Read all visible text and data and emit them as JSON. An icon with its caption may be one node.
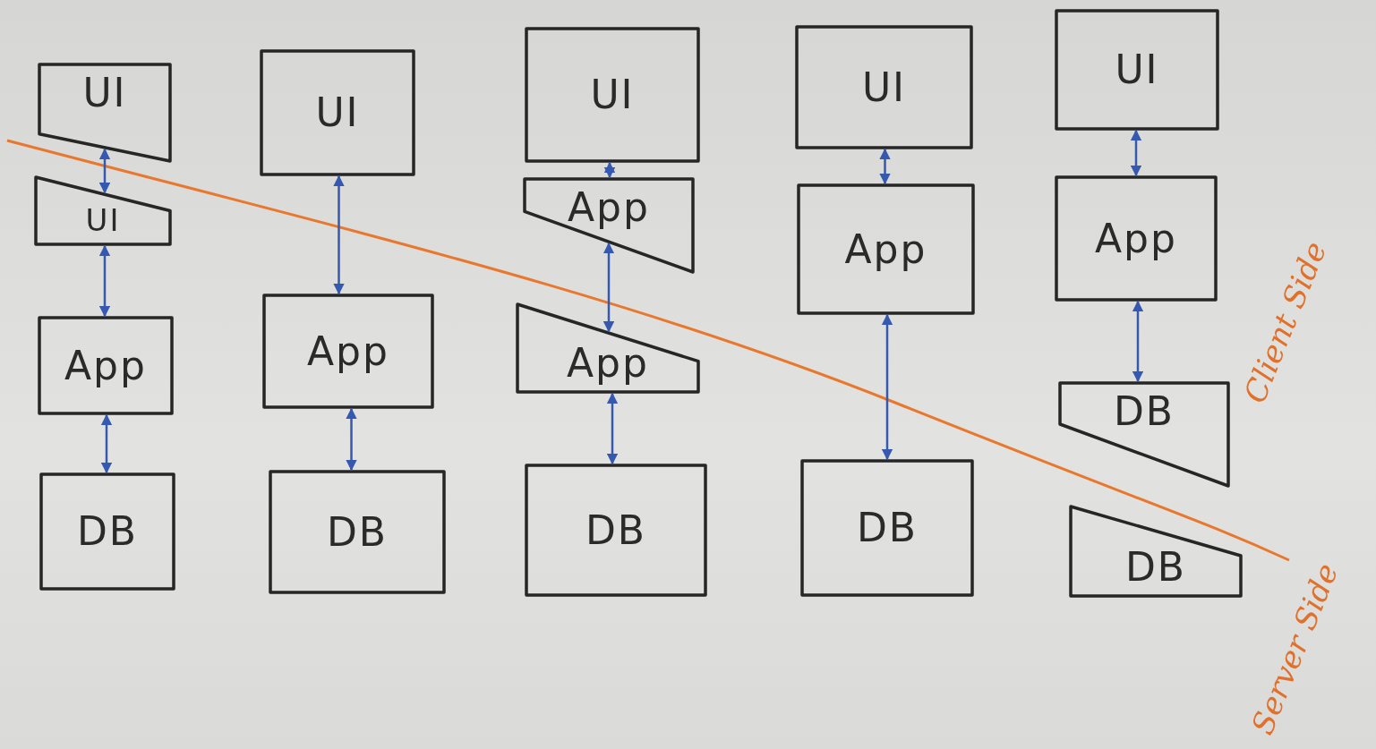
{
  "diagram": {
    "nodes": [
      {
        "text": [
          "UI"
        ]
      },
      {
        "text": [
          "UI"
        ]
      },
      {
        "text": [
          "App"
        ]
      },
      {
        "text": [
          "DB"
        ]
      },
      {
        "text": [
          "UI"
        ]
      },
      {
        "text": [
          "App"
        ]
      },
      {
        "text": [
          "DB"
        ]
      },
      {
        "text": [
          "UI"
        ]
      },
      {
        "text": [
          "App"
        ]
      },
      {
        "text": [
          "App"
        ]
      },
      {
        "text": [
          "DB"
        ]
      },
      {
        "text": [
          "UI"
        ]
      },
      {
        "text": [
          "App"
        ]
      },
      {
        "text": [
          "DB"
        ]
      },
      {
        "text": [
          "UI"
        ]
      },
      {
        "text": [
          "App"
        ]
      },
      {
        "text": [
          "DB"
        ]
      },
      {
        "text": [
          "DB"
        ]
      }
    ],
    "edges": [
      {
        "from": 0,
        "to": 1,
        "arrow": "both"
      },
      {
        "from": 1,
        "to": 2,
        "arrow": "both"
      },
      {
        "from": 2,
        "to": 3,
        "arrow": "both"
      },
      {
        "from": 4,
        "to": 5,
        "arrow": "both"
      },
      {
        "from": 5,
        "to": 6,
        "arrow": "both"
      },
      {
        "from": 7,
        "to": 8,
        "arrow": "both"
      },
      {
        "from": 8,
        "to": 9,
        "arrow": "both"
      },
      {
        "from": 9,
        "to": 10,
        "arrow": "both"
      },
      {
        "from": 11,
        "to": 12,
        "arrow": "both"
      },
      {
        "from": 12,
        "to": 13,
        "arrow": "both"
      },
      {
        "from": 14,
        "to": 15,
        "arrow": "both"
      },
      {
        "from": 15,
        "to": 16,
        "arrow": "both"
      }
    ],
    "labels": [
      "Client Side",
      "Server Side"
    ]
  }
}
